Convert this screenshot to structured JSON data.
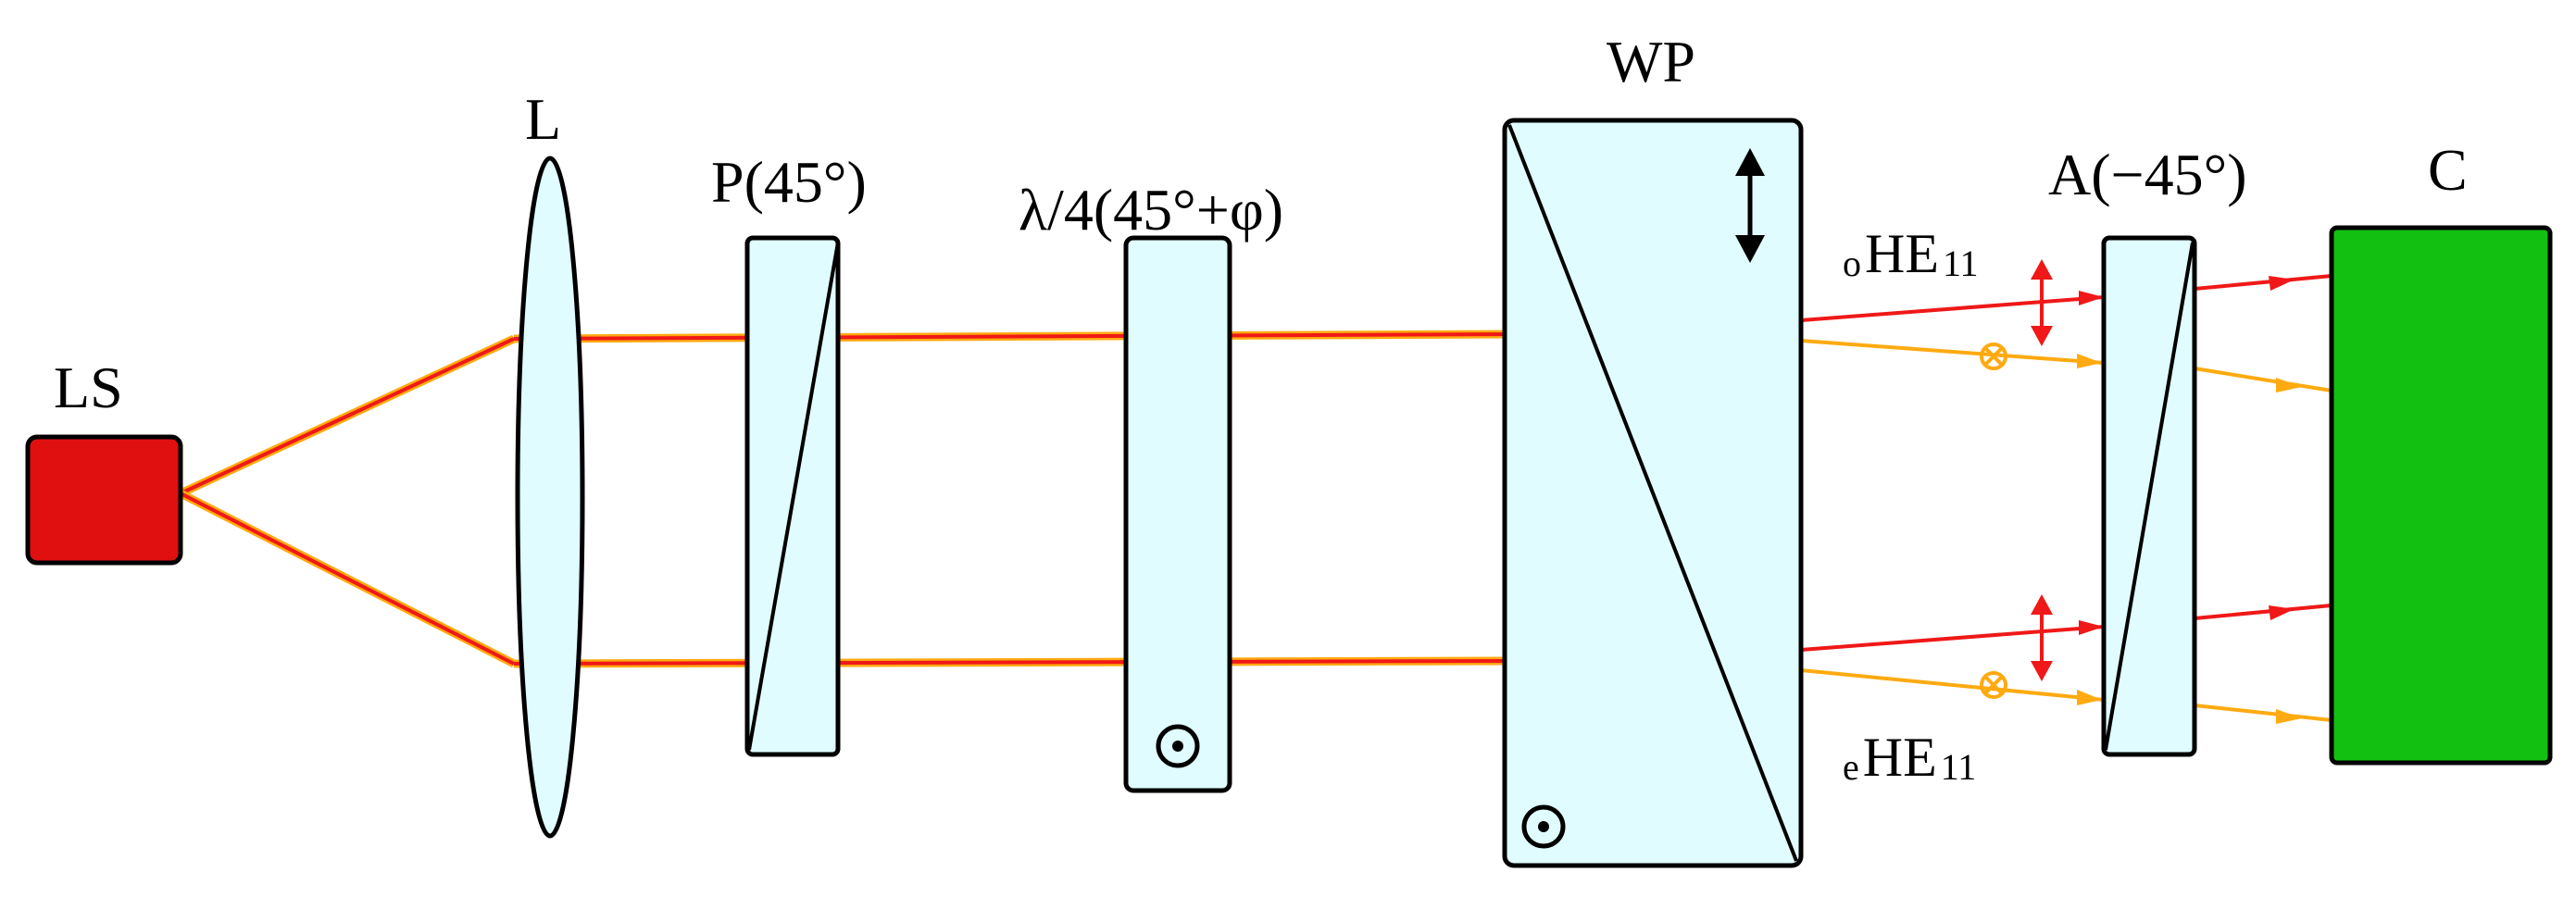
{
  "labels": {
    "light_source": "LS",
    "lens": "L",
    "polarizer": "P(45°)",
    "quarter_wave_plate": "λ/4(45°+φ)",
    "wollaston_prism": "WP",
    "analyzer": "A(−45°)",
    "camera": "C",
    "ordinary_mode_prefix": "o",
    "ordinary_mode_main": "HE",
    "ordinary_mode_index": "11",
    "extraordinary_mode_prefix": "e",
    "extraordinary_mode_main": "HE",
    "extraordinary_mode_index": "11"
  },
  "colors": {
    "light_source": "#e01010",
    "camera": "#12c012",
    "optic_fill": "#e0fcff",
    "beam_red": "#f01818",
    "beam_orange": "#ffaa10",
    "outline": "#000000"
  },
  "icons": {
    "polarization_in_plane": "double-arrow-vertical-icon",
    "polarization_out_of_plane": "dot-in-circle-icon",
    "polarization_into_page": "cross-in-circle-icon"
  }
}
